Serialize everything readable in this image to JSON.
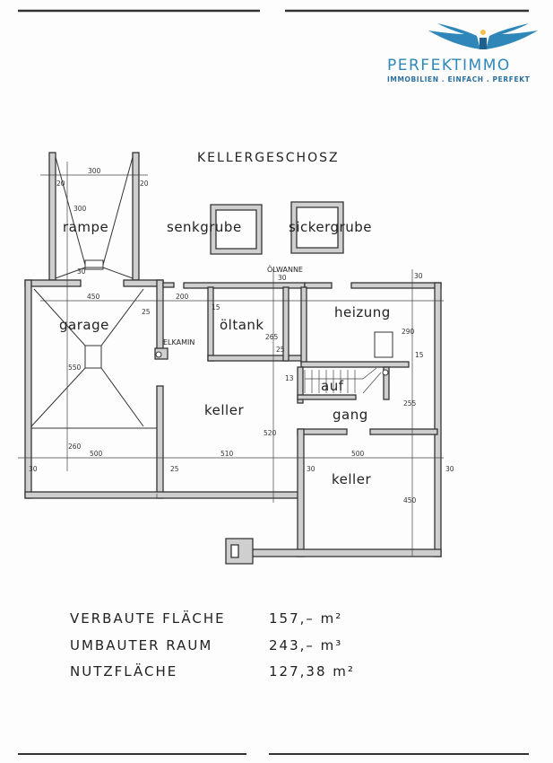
{
  "logo": {
    "name": "PERFEKTIMMO",
    "tagline": "IMMOBILIEN . EINFACH . PERFEKT",
    "color": "#2f86b9"
  },
  "plan": {
    "title": "KELLERGESCHOSZ",
    "rooms": {
      "rampe": "rampe",
      "senkgrube": "senkgrube",
      "sickergrube": "sickergrube",
      "garage": "garage",
      "oeltank": "öltank",
      "heizung": "heizung",
      "keller1": "keller",
      "gang": "gang",
      "keller2": "keller",
      "auf": "auf"
    },
    "notes": {
      "elkamin": "ELKAMIN",
      "oelwanne": "ÖLWANNE"
    },
    "dimensions": [
      "300",
      "20",
      "20",
      "300",
      "30",
      "450",
      "200",
      "25",
      "15",
      "265",
      "25",
      "30",
      "30",
      "290",
      "15",
      "13",
      "255",
      "520",
      "550",
      "260",
      "500",
      "510",
      "25",
      "30",
      "30",
      "500",
      "450",
      "30"
    ]
  },
  "summary": [
    {
      "label": "VERBAUTE   FLÄCHE",
      "value": "157,– m²"
    },
    {
      "label": "UMBAUTER   RAUM",
      "value": "243,–  m³"
    },
    {
      "label": "NUTZFLÄCHE",
      "value": "127,38  m²"
    }
  ]
}
